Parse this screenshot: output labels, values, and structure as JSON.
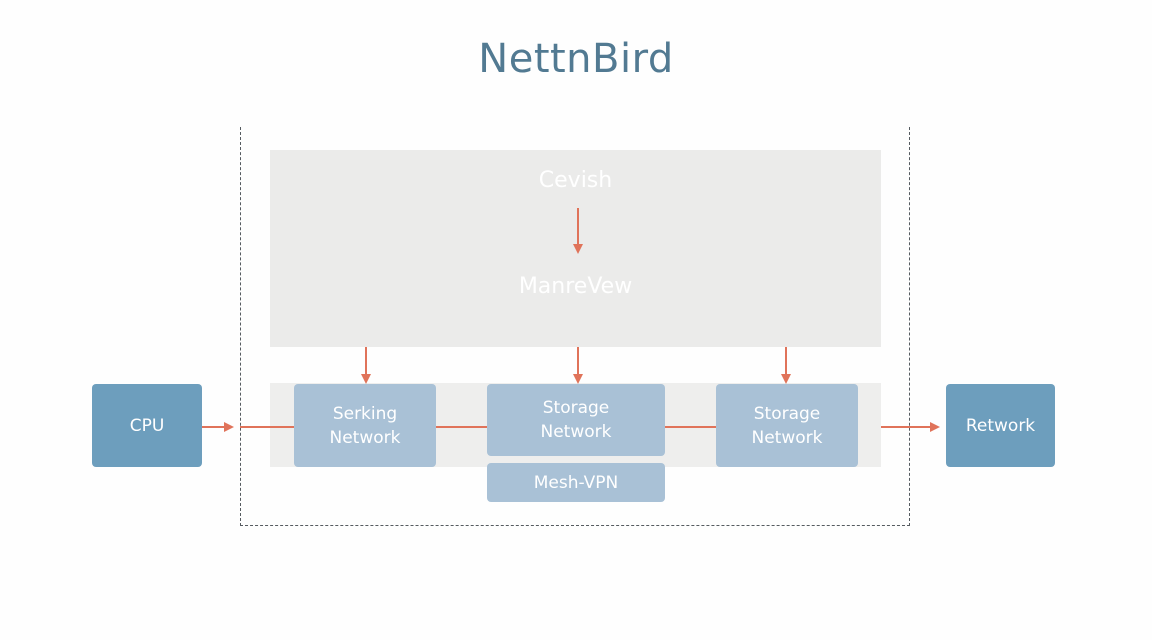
{
  "diagram": {
    "title": "NettnBird",
    "control_panel": {
      "top_label": "Cevish",
      "bottom_label": "ManreVew"
    },
    "nodes": {
      "cpu": "CPU",
      "serking": {
        "line1": "Serking",
        "line2": "Network"
      },
      "storage_a": {
        "line1": "Storage",
        "line2": "Network"
      },
      "storage_b": {
        "line1": "Storage",
        "line2": "Network"
      },
      "mesh_vpn": "Mesh-VPN",
      "rework": "Retwork"
    },
    "colors": {
      "arrow": "#e0735a",
      "title": "#527a92",
      "node_dark": "#6d9ebd",
      "node_light": "#a9c1d6",
      "panel": "#ebebea"
    }
  }
}
